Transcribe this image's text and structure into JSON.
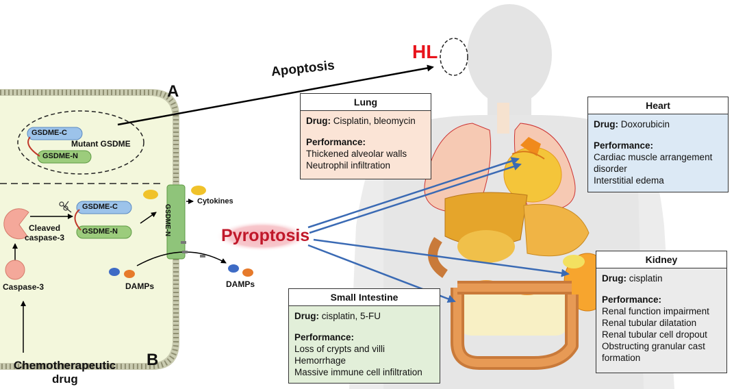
{
  "labels": {
    "hl": "HL",
    "apoptosis": "Apoptosis",
    "panel_a": "A",
    "panel_b": "B",
    "gsdme_c": "GSDME-C",
    "gsdme_n": "GSDME-N",
    "mutant_gsdme": "Mutant GSDME",
    "gsdme_c_2": "GSDME-C",
    "gsdme_n_2": "GSDME-N",
    "gsdme_n_pore": "GSDME-N",
    "cytokines": "Cytokines",
    "cleaved_caspase_line1": "Cleaved",
    "cleaved_caspase_line2": "caspase-3",
    "caspase3": "Caspase-3",
    "damps_inside": "DAMPs",
    "damps_outside": "DAMPs",
    "chemo_line1": "Chemotherapeutic",
    "chemo_line2": "drug",
    "pyroptosis": "Pyroptosis"
  },
  "boxes": {
    "lung": {
      "title": "Lung",
      "drug_label": "Drug:",
      "drug": "Cisplatin, bleomycin",
      "perf_label": "Performance:",
      "perf": [
        "Thickened alveolar walls",
        "Neutrophil infiltration"
      ]
    },
    "heart": {
      "title": "Heart",
      "drug_label": "Drug:",
      "drug": "Doxorubicin",
      "perf_label": "Performance:",
      "perf": [
        "Cardiac muscle arrangement",
        "disorder",
        "Interstitial edema"
      ]
    },
    "kidney": {
      "title": "Kidney",
      "drug_label": "Drug:",
      "drug": "cisplatin",
      "perf_label": "Performance:",
      "perf": [
        "Renal function impairment",
        "Renal tubular dilatation",
        "Renal tubular cell dropout",
        "Obstructing granular cast",
        "formation"
      ]
    },
    "small_intestine": {
      "title": "Small Intestine",
      "drug_label": "Drug:",
      "drug": "cisplatin, 5-FU",
      "perf_label": "Performance:",
      "perf": [
        "Loss of crypts and villi",
        "Hemorrhage",
        "Massive immune cell infiltration"
      ]
    }
  },
  "colors": {
    "hl": "#e8141c",
    "pyroptosis_text": "#c0182a",
    "pyroptosis_glow": "#f6b6bd",
    "arrow_blue": "#3a6ab4",
    "cell_fill": "#f3f7dc",
    "membrane": "#c8c8a8",
    "gsdme_c": "#9cc3ea",
    "gsdme_n": "#9ccc7c",
    "lung_box": "#fbe4d6",
    "heart_box": "#dce9f5",
    "kidney_box": "#ebebeb",
    "intestine_box": "#e2efd9",
    "caspase": "#f4a89a",
    "body_silhouette": "#e4e4e4"
  }
}
